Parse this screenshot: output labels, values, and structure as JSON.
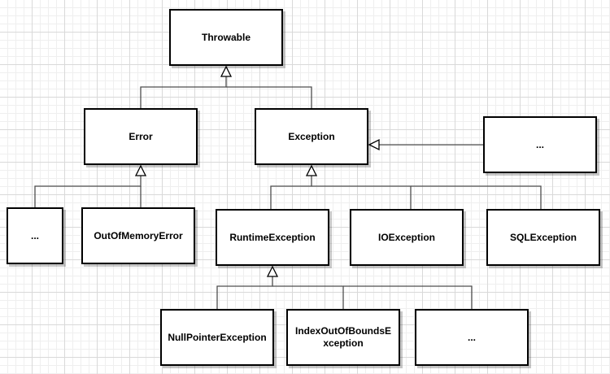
{
  "diagram": {
    "nodes": [
      {
        "id": "throwable",
        "label": "Throwable"
      },
      {
        "id": "error",
        "label": "Error"
      },
      {
        "id": "exception",
        "label": "Exception"
      },
      {
        "id": "exception_more",
        "label": "..."
      },
      {
        "id": "error_more",
        "label": "..."
      },
      {
        "id": "oom",
        "label": "OutOfMemoryError"
      },
      {
        "id": "runtime",
        "label": "RuntimeException"
      },
      {
        "id": "io",
        "label": "IOException"
      },
      {
        "id": "sql",
        "label": "SQLException"
      },
      {
        "id": "npe",
        "label": "NullPointerException"
      },
      {
        "id": "ioobe",
        "label": "IndexOutOfBoundsE\nxception"
      },
      {
        "id": "runtime_more",
        "label": "..."
      }
    ],
    "edges": [
      {
        "from": "error",
        "to": "throwable",
        "type": "inheritance"
      },
      {
        "from": "exception",
        "to": "throwable",
        "type": "inheritance"
      },
      {
        "from": "error_more",
        "to": "error",
        "type": "inheritance"
      },
      {
        "from": "oom",
        "to": "error",
        "type": "inheritance"
      },
      {
        "from": "exception_more",
        "to": "exception",
        "type": "inheritance"
      },
      {
        "from": "runtime",
        "to": "exception",
        "type": "inheritance"
      },
      {
        "from": "io",
        "to": "exception",
        "type": "inheritance"
      },
      {
        "from": "sql",
        "to": "exception",
        "type": "inheritance"
      },
      {
        "from": "npe",
        "to": "runtime",
        "type": "inheritance"
      },
      {
        "from": "ioobe",
        "to": "runtime",
        "type": "inheritance"
      },
      {
        "from": "runtime_more",
        "to": "runtime",
        "type": "inheritance"
      }
    ]
  }
}
